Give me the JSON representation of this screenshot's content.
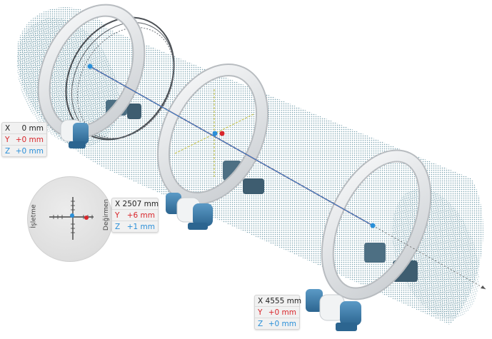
{
  "colors": {
    "x_axis": "#222222",
    "y_axis": "#d9262b",
    "z_axis": "#2a8fd8",
    "pipe_dots": "#5f8f9e",
    "ring": "#e6e8ea",
    "support": "#3a78a8"
  },
  "readouts": {
    "start": {
      "x_label": "X",
      "x_value": "0 mm",
      "y_label": "Y",
      "y_value": "+0 mm",
      "z_label": "Z",
      "z_value": "+0 mm"
    },
    "middle": {
      "x_text": "X 2507 mm",
      "y_label": "Y",
      "y_value": "+6 mm",
      "z_label": "Z",
      "z_value": "+1 mm"
    },
    "end": {
      "x_text": "X 4555 mm",
      "y_label": "Y",
      "y_value": "+0 mm",
      "z_label": "Z",
      "z_value": "+0 mm"
    }
  },
  "gauge": {
    "left_label": "İşletme",
    "right_label": "Değirmen"
  }
}
